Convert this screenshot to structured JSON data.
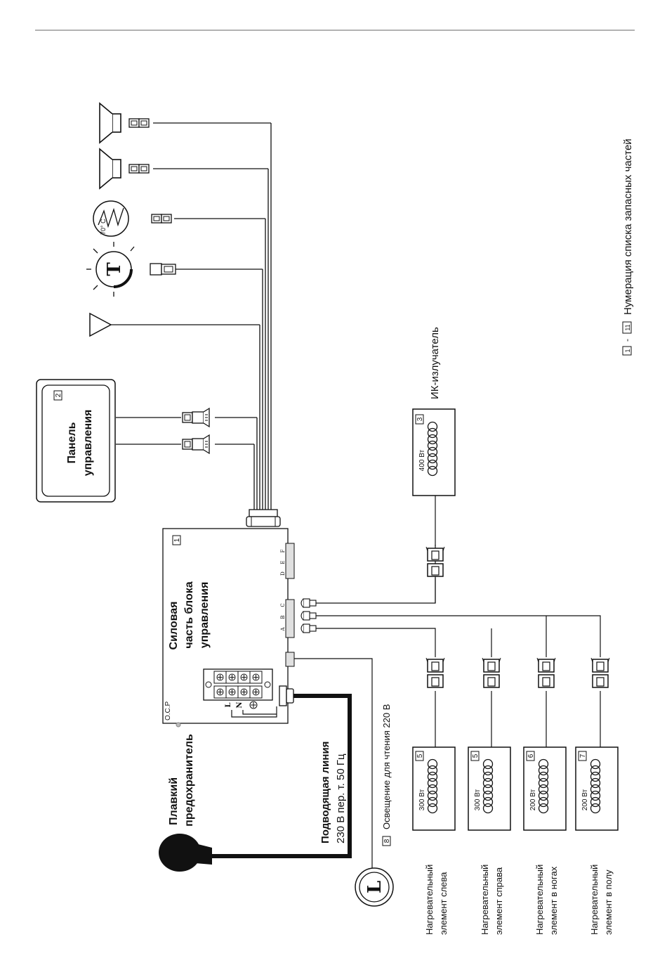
{
  "labels": {
    "control_unit_line1": "Силовая",
    "control_unit_line2": "часть блока",
    "control_unit_line3": "управления",
    "panel_line1": "Панель",
    "panel_line2": "управления",
    "ir_emitter": "ИК-излучатель",
    "fuse_line1": "Плавкий",
    "fuse_line2": "предохранитель",
    "supply_line1": "Подводящая линия",
    "supply_line2": "230 В пер. т. 50 Гц",
    "reading_light": "Освещение для чтения 220 В",
    "ocp": "O.C.P",
    "legend": "Нумерация списка запасных частей",
    "legend_range_sep": "-",
    "temp_label": "70° C",
    "lamp_letter": "L",
    "timer_letter": "T"
  },
  "part_numbers": {
    "control_unit": "1",
    "panel": "2",
    "ir": "3",
    "reading_light": "8",
    "legend_from": "1",
    "legend_to": "11"
  },
  "ir_element": {
    "power": "400 Вт"
  },
  "heaters": [
    {
      "power": "300 Вт",
      "part": "5",
      "label_line1": "Нагревательный",
      "label_line2": "элемент слева"
    },
    {
      "power": "300 Вт",
      "part": "5",
      "label_line1": "Нагревательный",
      "label_line2": "элемент справа"
    },
    {
      "power": "200 Вт",
      "part": "6",
      "label_line1": "Нагревательный",
      "label_line2": "элемент в ногах"
    },
    {
      "power": "200 Вт",
      "part": "7",
      "label_line1": "Нагревательный",
      "label_line2": "элемент в полу"
    }
  ],
  "socket_letters": [
    "A",
    "B",
    "C",
    "D",
    "E",
    "F"
  ],
  "terminal_letters": [
    "L",
    "N"
  ]
}
